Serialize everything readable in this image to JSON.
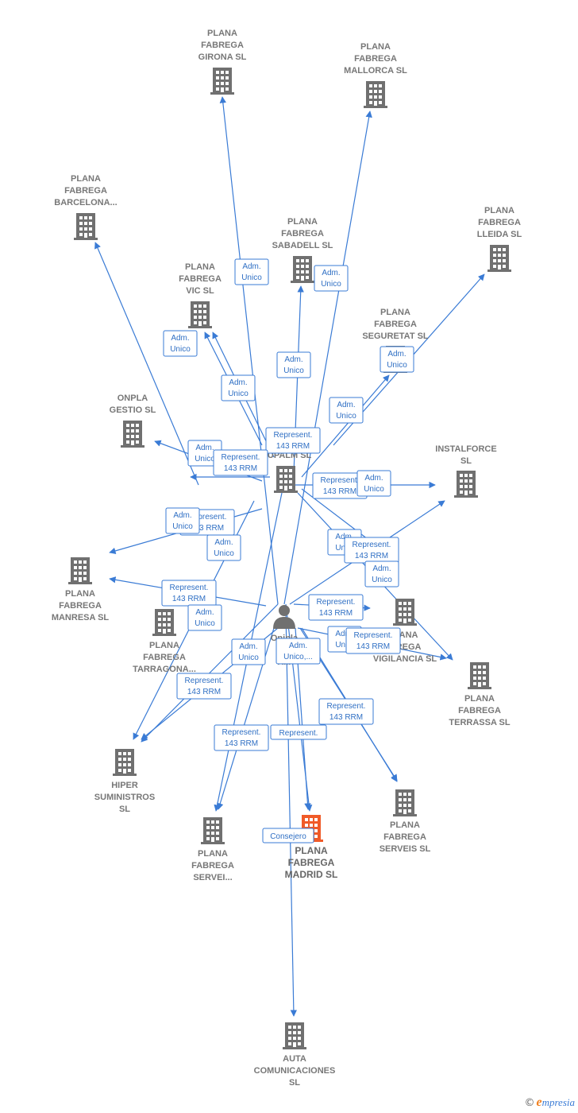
{
  "colors": {
    "edge": "#3a7bd5",
    "building": "#707070",
    "highlight": "#f05a28",
    "label_text": "#2f6fc4"
  },
  "nodes": [
    {
      "id": "girona",
      "lines": [
        "PLANA",
        "FABREGA",
        "GIRONA  SL"
      ],
      "icon": "building-icon"
    },
    {
      "id": "mallorca",
      "lines": [
        "PLANA",
        "FABREGA",
        "MALLORCA  SL"
      ],
      "icon": "building-icon"
    },
    {
      "id": "barcelona",
      "lines": [
        "PLANA",
        "FABREGA",
        "BARCELONA..."
      ],
      "icon": "building-icon"
    },
    {
      "id": "sabadell",
      "lines": [
        "PLANA",
        "FABREGA",
        "SABADELL SL"
      ],
      "icon": "building-icon"
    },
    {
      "id": "lleida",
      "lines": [
        "PLANA",
        "FABREGA",
        "LLEIDA  SL"
      ],
      "icon": "building-icon"
    },
    {
      "id": "vic",
      "lines": [
        "PLANA",
        "FABREGA",
        "VIC  SL"
      ],
      "icon": "building-icon"
    },
    {
      "id": "seguretat",
      "lines": [
        "PLANA",
        "FABREGA",
        "SEGURETAT SL"
      ],
      "icon": "building-icon"
    },
    {
      "id": "onpla",
      "lines": [
        "ONPLA",
        "GESTIO SL"
      ],
      "icon": "building-icon"
    },
    {
      "id": "instalforce",
      "lines": [
        "INSTALFORCE",
        "SL"
      ],
      "icon": "building-icon"
    },
    {
      "id": "hub",
      "lines": [
        "...UPALM SL"
      ],
      "icon": "building-icon"
    },
    {
      "id": "manresa",
      "lines": [
        "PLANA",
        "FABREGA",
        "MANRESA  SL"
      ],
      "icon": "building-icon"
    },
    {
      "id": "tarragona",
      "lines": [
        "PLANA",
        "FABREGA",
        "TARRAGONA..."
      ],
      "icon": "building-icon"
    },
    {
      "id": "person",
      "lines": [
        "Onipla",
        "P...",
        "X..."
      ],
      "icon": "person-icon"
    },
    {
      "id": "vigilancia",
      "lines": [
        "...ANA",
        "...REGA",
        "VIGILANCIA SL"
      ],
      "icon": "building-icon"
    },
    {
      "id": "terrassa",
      "lines": [
        "PLANA",
        "FABREGA",
        "TERRASSA  SL"
      ],
      "icon": "building-icon"
    },
    {
      "id": "hiper",
      "lines": [
        "HIPER",
        "SUMINISTROS",
        "SL"
      ],
      "icon": "building-icon"
    },
    {
      "id": "serveis",
      "lines": [
        "PLANA",
        "FABREGA",
        "SERVEIS SL"
      ],
      "icon": "building-icon"
    },
    {
      "id": "servei2",
      "lines": [
        "PLANA",
        "FABREGA",
        "SERVEI..."
      ],
      "icon": "building-icon"
    },
    {
      "id": "madrid",
      "lines": [
        "PLANA",
        "FABREGA",
        "MADRID  SL"
      ],
      "icon": "building-icon-highlight"
    },
    {
      "id": "auta",
      "lines": [
        "AUTA",
        "COMUNICACIONES",
        "SL"
      ],
      "icon": "building-icon"
    }
  ],
  "edge_labels": [
    {
      "id": "l1",
      "lines": [
        "Adm.",
        "Unico"
      ]
    },
    {
      "id": "l2",
      "lines": [
        "Adm.",
        "Unico"
      ]
    },
    {
      "id": "l3",
      "lines": [
        "Adm.",
        "Unico"
      ]
    },
    {
      "id": "l4",
      "lines": [
        "Adm.",
        "Unico"
      ]
    },
    {
      "id": "l5",
      "lines": [
        "Adm.",
        "Unico"
      ]
    },
    {
      "id": "l6",
      "lines": [
        "Adm.",
        "Unico"
      ]
    },
    {
      "id": "l7",
      "lines": [
        "Adm.",
        "Unico"
      ]
    },
    {
      "id": "l8",
      "lines": [
        "Represent.",
        "143 RRM"
      ]
    },
    {
      "id": "l9",
      "lines": [
        "Adm.",
        "Unico"
      ]
    },
    {
      "id": "l10",
      "lines": [
        "Represent.",
        "143 RRM"
      ]
    },
    {
      "id": "l11",
      "lines": [
        "Represent.",
        "143 RRM"
      ]
    },
    {
      "id": "l12",
      "lines": [
        "Adm.",
        "Unico"
      ]
    },
    {
      "id": "l13",
      "lines": [
        "Represent.",
        "143 RRM"
      ]
    },
    {
      "id": "l14",
      "lines": [
        "Adm.",
        "Unico"
      ]
    },
    {
      "id": "l15",
      "lines": [
        "Adm.",
        "Unico"
      ]
    },
    {
      "id": "l16",
      "lines": [
        "Adm.",
        "Uni..."
      ]
    },
    {
      "id": "l17",
      "lines": [
        "Represent.",
        "143 RRM"
      ]
    },
    {
      "id": "l18",
      "lines": [
        "Adm.",
        "Unico"
      ]
    },
    {
      "id": "l19",
      "lines": [
        "Represent.",
        "143 RRM"
      ]
    },
    {
      "id": "l20",
      "lines": [
        "Represent.",
        "143 RRM"
      ]
    },
    {
      "id": "l21",
      "lines": [
        "Adm.",
        "Unico"
      ]
    },
    {
      "id": "l22",
      "lines": [
        "Adm.",
        "Uni..."
      ]
    },
    {
      "id": "l23",
      "lines": [
        "Represent.",
        "143 RRM"
      ]
    },
    {
      "id": "l24",
      "lines": [
        "Adm.",
        "Unico"
      ]
    },
    {
      "id": "l25",
      "lines": [
        "Adm.",
        "Unico,..."
      ]
    },
    {
      "id": "l26",
      "lines": [
        "Represent.",
        "143 RRM"
      ]
    },
    {
      "id": "l27",
      "lines": [
        "Represent.",
        "143 RRM"
      ]
    },
    {
      "id": "l28",
      "lines": [
        "Represent.",
        "143 RRM"
      ]
    },
    {
      "id": "l29",
      "lines": [
        "Represent."
      ]
    },
    {
      "id": "l30",
      "lines": [
        "Consejero"
      ]
    }
  ],
  "brand": {
    "symbol": "©",
    "initial": "e",
    "name": "mpresia"
  }
}
